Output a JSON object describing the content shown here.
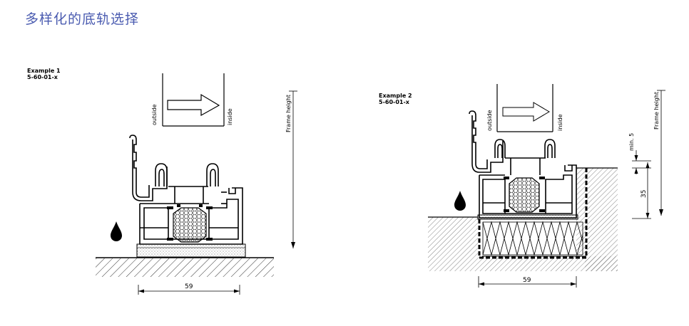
{
  "page": {
    "title": "多样化的底轨选择"
  },
  "examples": [
    {
      "name": "Example 1",
      "code": "5-60-01-x",
      "outside": "outside",
      "inside": "inside",
      "frame_height": "Frame height",
      "width_dim": "59"
    },
    {
      "name": "Example 2",
      "code": "5-60-01-x",
      "outside": "outside",
      "inside": "inside",
      "frame_height": "Frame height",
      "width_dim": "59",
      "min_dim": "min. 5",
      "depth_dim": "35"
    }
  ]
}
